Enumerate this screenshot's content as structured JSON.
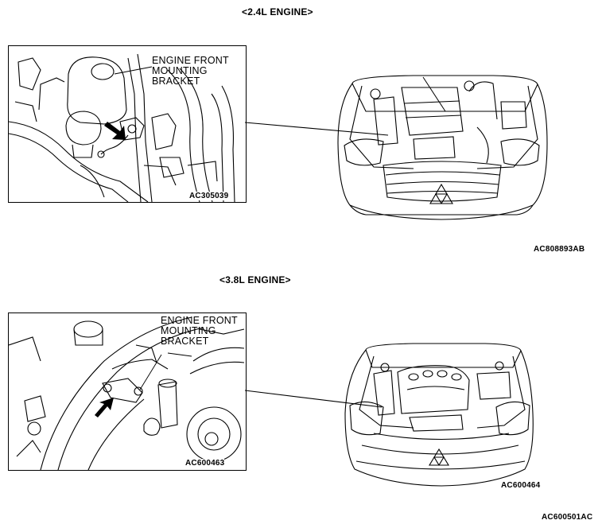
{
  "sections": [
    {
      "heading": "<2.4L ENGINE>",
      "callout_lines": [
        "ENGINE FRONT",
        "MOUNTING",
        "BRACKET"
      ],
      "inset_code": "AC305039",
      "view_code": "AC808893AB"
    },
    {
      "heading": "<3.8L ENGINE>",
      "callout_lines": [
        "ENGINE FRONT",
        "MOUNTING",
        "BRACKET"
      ],
      "inset_code": "AC600463",
      "view_code": "AC600464"
    }
  ],
  "figure_code": "AC600501AC"
}
